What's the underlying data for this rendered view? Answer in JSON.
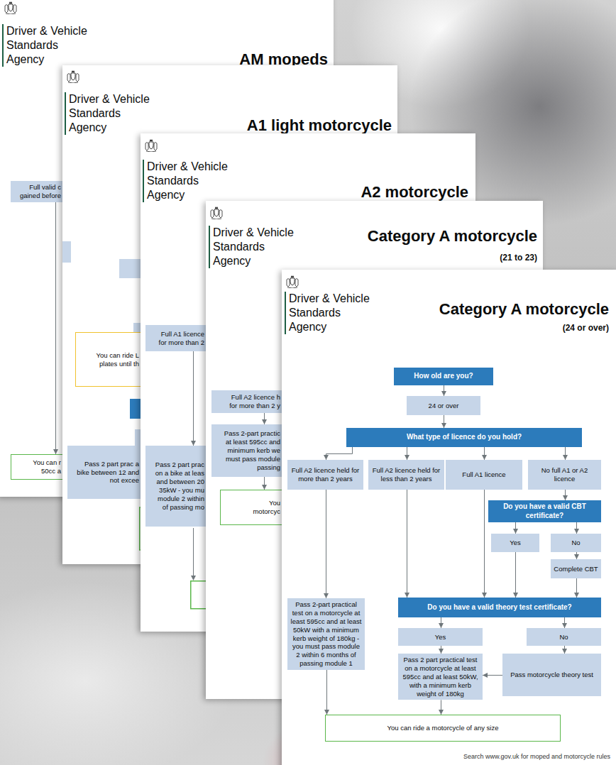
{
  "diagram": {
    "nodes": [
      {
        "text": [
          "Driver & Vehicle Standards Agency",
          "AM mopeds"
        ]
      },
      {
        "text": [
          "Full valid c gained before"
        ],
        "in": 0
      },
      {
        "text": [
          "You can r 50cc a"
        ],
        "in": 0
      },
      {
        "text": [
          "Driver & Vehicle Standards Agency",
          "A1 light motorcycle"
        ]
      },
      {
        "text": [
          "You can ride L plates until th"
        ],
        "in": 3
      },
      {
        "text": [
          "Pass 2 part prac a bike between 12 and not excee"
        ],
        "in": 3
      },
      {
        "text": [
          "Driver & Vehicle Standards Agency",
          "A2 motorcycle"
        ]
      },
      {
        "text": [
          "Full A1 licence for more than 2"
        ],
        "in": 6
      },
      {
        "text": [
          "Pass 2 part prac on a bike at leas and between 20 35kW - you mu module 2 within of passing mo"
        ],
        "in": 6
      },
      {
        "text": [
          "Driver & Vehicle Standards Agency",
          "Category A motorcycle",
          "(21 to 23)"
        ]
      },
      {
        "text": [
          "Full A2 licence h for more than 2 y"
        ],
        "in": 9
      },
      {
        "text": [
          "Pass 2-part practic at least 595cc and minimum kerb we must pass module passing"
        ],
        "in": 9
      },
      {
        "text": [
          "You motorcyc"
        ],
        "in": 9
      },
      {
        "text": [
          "Driver & Vehicle Standards Agency",
          "Category A motorcycle",
          "(24 or over)"
        ]
      },
      {
        "text": [
          "How old are you?"
        ],
        "in": 13
      },
      {
        "text": [
          "24 or over"
        ],
        "in": 13
      },
      {
        "text": [
          "What type of licence do you hold?"
        ],
        "in": 13
      },
      {
        "text": [
          "Full A2 licence held for more than 2 years"
        ],
        "in": 13
      },
      {
        "text": [
          "Full A2 licence held for less than 2 years"
        ],
        "in": 13
      },
      {
        "text": [
          "Full A1 licence"
        ],
        "in": 13
      },
      {
        "text": [
          "No full A1 or A2 licence"
        ],
        "in": 13
      },
      {
        "text": [
          "Do you have a valid CBT certificate?"
        ],
        "in": 13
      },
      {
        "text": [
          "Yes"
        ],
        "in": 13
      },
      {
        "text": [
          "No"
        ],
        "in": 13
      },
      {
        "text": [
          "Complete CBT"
        ],
        "in": 13
      },
      {
        "text": [
          "Pass 2-part practical test on a motorcycle at least 595cc and at least 50kW with a minimum kerb weight of 180kg - you must pass module 2 within 6 months of passing module 1"
        ],
        "in": 13
      },
      {
        "text": [
          "Do you have a valid theory test certificate?"
        ],
        "in": 13
      },
      {
        "text": [
          "Yes"
        ],
        "in": 13
      },
      {
        "text": [
          "No"
        ],
        "in": 13
      },
      {
        "text": [
          "Pass 2 part practical test on a motorcycle at least 595cc and at least 50kW, with a minimum kerb weight of 180kg"
        ],
        "in": 13
      },
      {
        "text": [
          "Pass motorcycle theory test"
        ],
        "in": 13
      },
      {
        "text": [
          "You can ride a motorcycle of any size"
        ],
        "in": 13
      }
    ],
    "edges": [
      {
        "from": 1,
        "to": 2,
        "arrow": "to"
      },
      {
        "from": 7,
        "to": 8,
        "arrow": "to"
      },
      {
        "from": 10,
        "to": 11,
        "arrow": "to"
      },
      {
        "from": 11,
        "to": 12,
        "arrow": "to"
      },
      {
        "from": 14,
        "to": 15,
        "arrow": "to"
      },
      {
        "from": 15,
        "to": 16,
        "arrow": "to"
      },
      {
        "from": 16,
        "to": 17,
        "arrow": "to"
      },
      {
        "from": 16,
        "to": 18,
        "arrow": "to"
      },
      {
        "from": 16,
        "to": 19,
        "arrow": "to"
      },
      {
        "from": 16,
        "to": 20,
        "arrow": "to"
      },
      {
        "from": 20,
        "to": 21,
        "arrow": "to"
      },
      {
        "from": 21,
        "to": 22,
        "arrow": "to"
      },
      {
        "from": 21,
        "to": 23,
        "arrow": "to"
      },
      {
        "from": 23,
        "to": 24,
        "arrow": "to"
      },
      {
        "from": 17,
        "to": 25,
        "arrow": "to"
      },
      {
        "from": 18,
        "to": 26,
        "arrow": "to"
      },
      {
        "from": 19,
        "to": 26,
        "arrow": "to"
      },
      {
        "from": 22,
        "to": 26,
        "arrow": "to"
      },
      {
        "from": 24,
        "to": 26,
        "arrow": "to"
      },
      {
        "from": 26,
        "to": 27,
        "arrow": "to"
      },
      {
        "from": 26,
        "to": 28,
        "arrow": "to"
      },
      {
        "from": 27,
        "to": 29,
        "arrow": "to"
      },
      {
        "from": 28,
        "to": 30,
        "arrow": "to"
      },
      {
        "from": 30,
        "to": 29,
        "arrow": "to"
      },
      {
        "from": 25,
        "to": 31,
        "arrow": "to"
      },
      {
        "from": 29,
        "to": 31,
        "arrow": "to"
      }
    ],
    "labels": [
      "Search www.gov.uk for moped and motorcycle rules"
    ]
  }
}
